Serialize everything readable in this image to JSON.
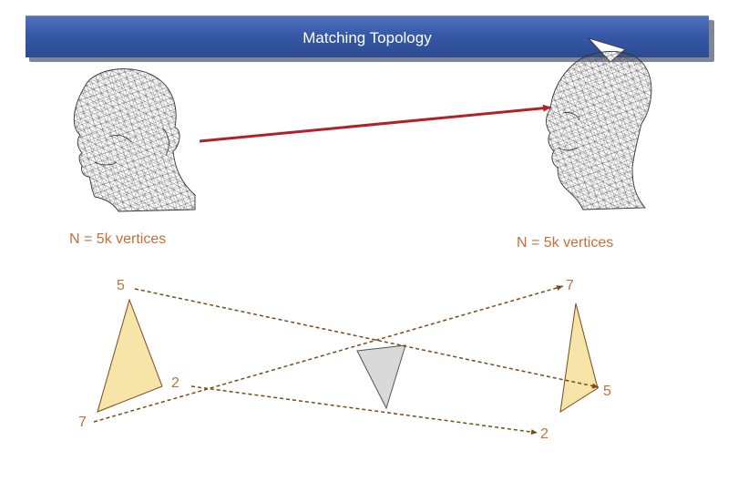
{
  "title": "Matching Topology",
  "left_vertex_count": "N = 5k vertices",
  "right_vertex_count": "N = 5k vertices",
  "left_triangle_labels": {
    "top": "5",
    "right": "2",
    "bottom": "7"
  },
  "right_triangle_labels": {
    "top": "7",
    "right": "5",
    "bottom": "2"
  },
  "colors": {
    "title_bar": "#3658a6",
    "arrow": "#b3202c",
    "label": "#c3703a",
    "triangle_fill": "#f6e4a8",
    "triangle_middle_fill": "#d9d9d9",
    "dashed_line": "#7a4a16"
  },
  "icons": [
    "wireframe-head-icon",
    "wireframe-head-icon"
  ]
}
